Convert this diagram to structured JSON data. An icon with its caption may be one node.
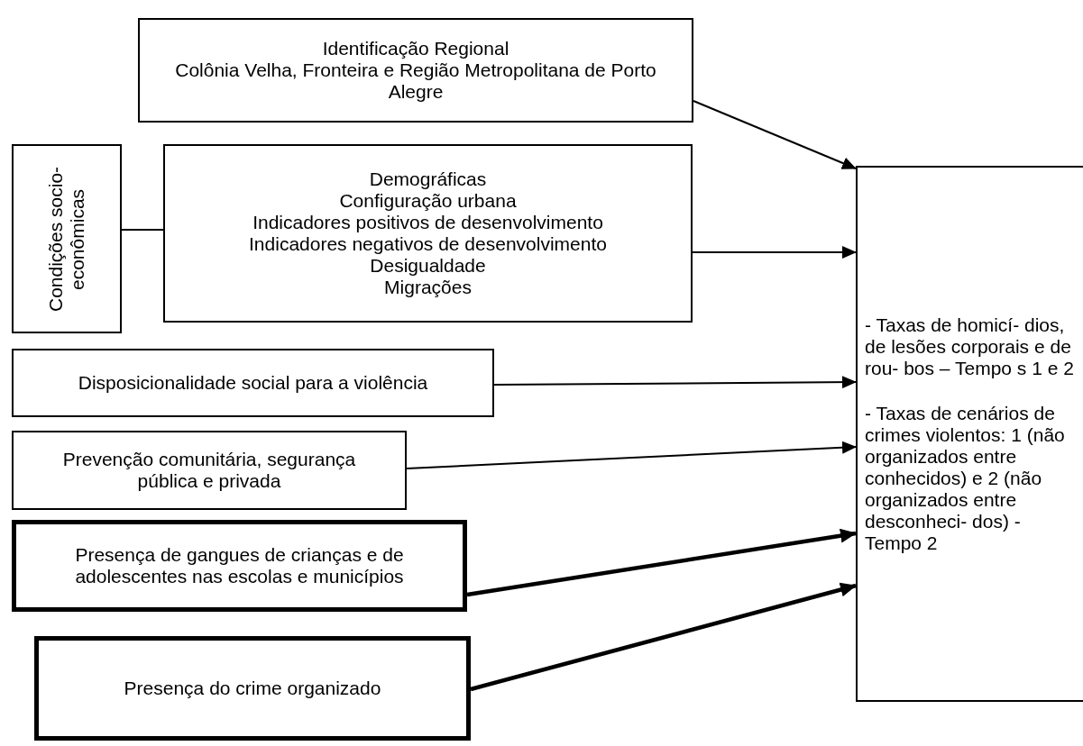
{
  "diagram": {
    "nodes": [
      {
        "text": [
          "Identificação Regional",
          "Colônia Velha, Fronteira e Região Metropolitana de Porto Alegre"
        ]
      },
      {
        "text": [
          "Condições socio- econômicas"
        ]
      },
      {
        "text": [
          "Demográficas",
          "Configuração urbana",
          "Indicadores positivos de desenvolvimento",
          "Indicadores negativos de desenvolvimento",
          "Desigualdade",
          "Migrações"
        ]
      },
      {
        "text": [
          "Disposicionalidade social para a violência"
        ]
      },
      {
        "text": [
          "Prevenção comunitária, segurança pública e privada"
        ]
      },
      {
        "text": [
          "Presença de gangues de crianças e de adolescentes nas escolas e municípios"
        ]
      },
      {
        "text": [
          "Presença do crime organizado"
        ]
      },
      {
        "text": [
          "- Taxas de homicí- dios, de lesões corporais e de rou- bos – Tempo s 1 e 2",
          "- Taxas de cenários de crimes violentos: 1 (não organizados entre conhecidos) e 2 (não organizados entre desconheci- dos) - Tempo 2"
        ]
      }
    ],
    "edges": [
      {
        "from": 0,
        "to": 7,
        "arrow": "to"
      },
      {
        "from": 1,
        "to": 2,
        "arrow": "none"
      },
      {
        "from": 2,
        "to": 7,
        "arrow": "to"
      },
      {
        "from": 3,
        "to": 7,
        "arrow": "to"
      },
      {
        "from": 4,
        "to": 7,
        "arrow": "to"
      },
      {
        "from": 5,
        "to": 7,
        "arrow": "to",
        "style": "thick"
      },
      {
        "from": 6,
        "to": 7,
        "arrow": "to",
        "style": "thick"
      }
    ]
  }
}
